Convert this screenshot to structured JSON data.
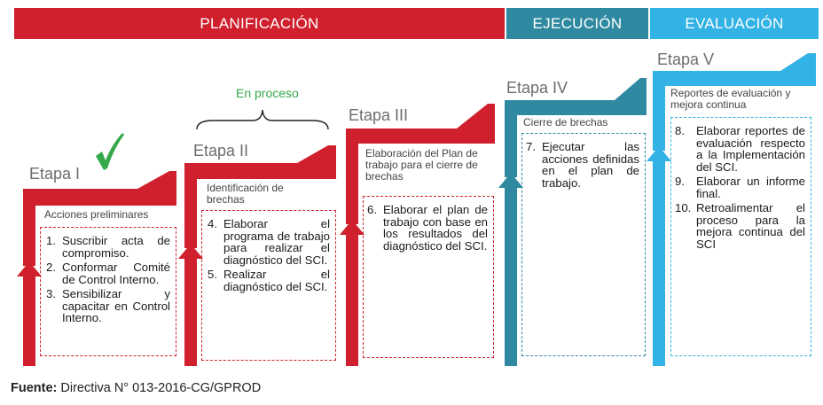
{
  "phases": {
    "planning": "PLANIFICACIÓN",
    "execution": "EJECUCIÓN",
    "evaluation": "EVALUACIÓN"
  },
  "colors": {
    "red": "#d0202d",
    "teal": "#2f8aa1",
    "lightblue": "#33b2e6",
    "check": "#35a84a"
  },
  "status_label": "En proceso",
  "stages": [
    {
      "title": "Etapa I",
      "subtitle": "Acciones preliminares",
      "items": [
        {
          "num": "1.",
          "text": "Suscribir acta de compromiso."
        },
        {
          "num": "2.",
          "text": "Conformar Comité de Control Interno."
        },
        {
          "num": "3.",
          "text": "Sensibilizar y capacitar en Control Interno."
        }
      ]
    },
    {
      "title": "Etapa II",
      "subtitle": "Identificación de brechas",
      "items": [
        {
          "num": "4.",
          "text": "Elaborar el programa de trabajo para realizar el diagnóstico del SCI."
        },
        {
          "num": "5.",
          "text": "Realizar el diagnóstico del SCI."
        }
      ]
    },
    {
      "title": "Etapa III",
      "subtitle": "Elaboración del Plan de trabajo para el cierre de brechas",
      "items": [
        {
          "num": "6.",
          "text": "Elaborar el plan de trabajo con base en los resultados del diagnóstico del SCI."
        }
      ]
    },
    {
      "title": "Etapa IV",
      "subtitle": "Cierre de brechas",
      "items": [
        {
          "num": "7.",
          "text": "Ejecutar las acciones definidas en el plan de trabajo."
        }
      ]
    },
    {
      "title": "Etapa V",
      "subtitle": "Reportes de evaluación y mejora continua",
      "items": [
        {
          "num": "8.",
          "text": "Elaborar reportes de evaluación respecto a la Implementación del SCI."
        },
        {
          "num": "9.",
          "text": "Elaborar un informe final."
        },
        {
          "num": "10.",
          "text": "Retroalimentar el proceso para la mejora continua del SCI"
        }
      ]
    }
  ],
  "footer": {
    "label": "Fuente:",
    "text": " Directiva N° 013-2016-CG/GPROD"
  }
}
